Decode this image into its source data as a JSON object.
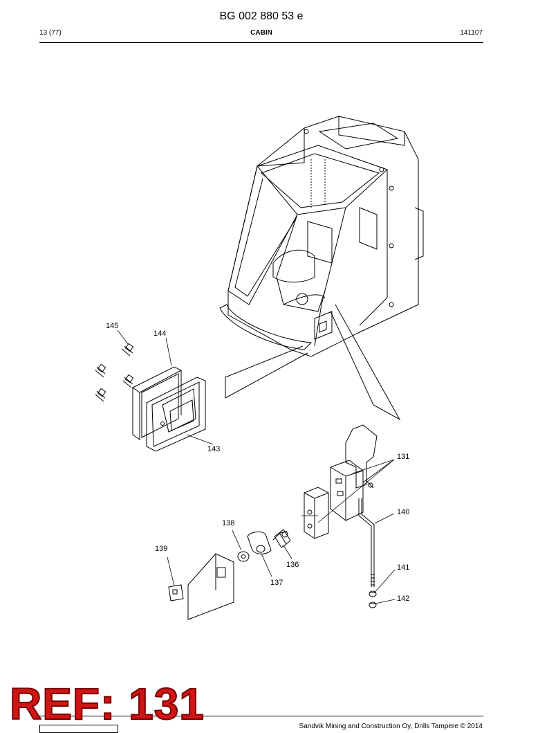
{
  "header": {
    "document_code": "BG 002 880 53 e",
    "page": "13 (77)",
    "section": "CABIN",
    "date": "141107"
  },
  "callouts": [
    "145",
    "144",
    "143",
    "131",
    "140",
    "138",
    "139",
    "136",
    "137",
    "141",
    "142"
  ],
  "stamp": {
    "text": "REF: 131",
    "color": "#d01515"
  },
  "footer": {
    "copyright": "Sandvik Mining and Construction Oy, Drills Tampere © 2014"
  }
}
